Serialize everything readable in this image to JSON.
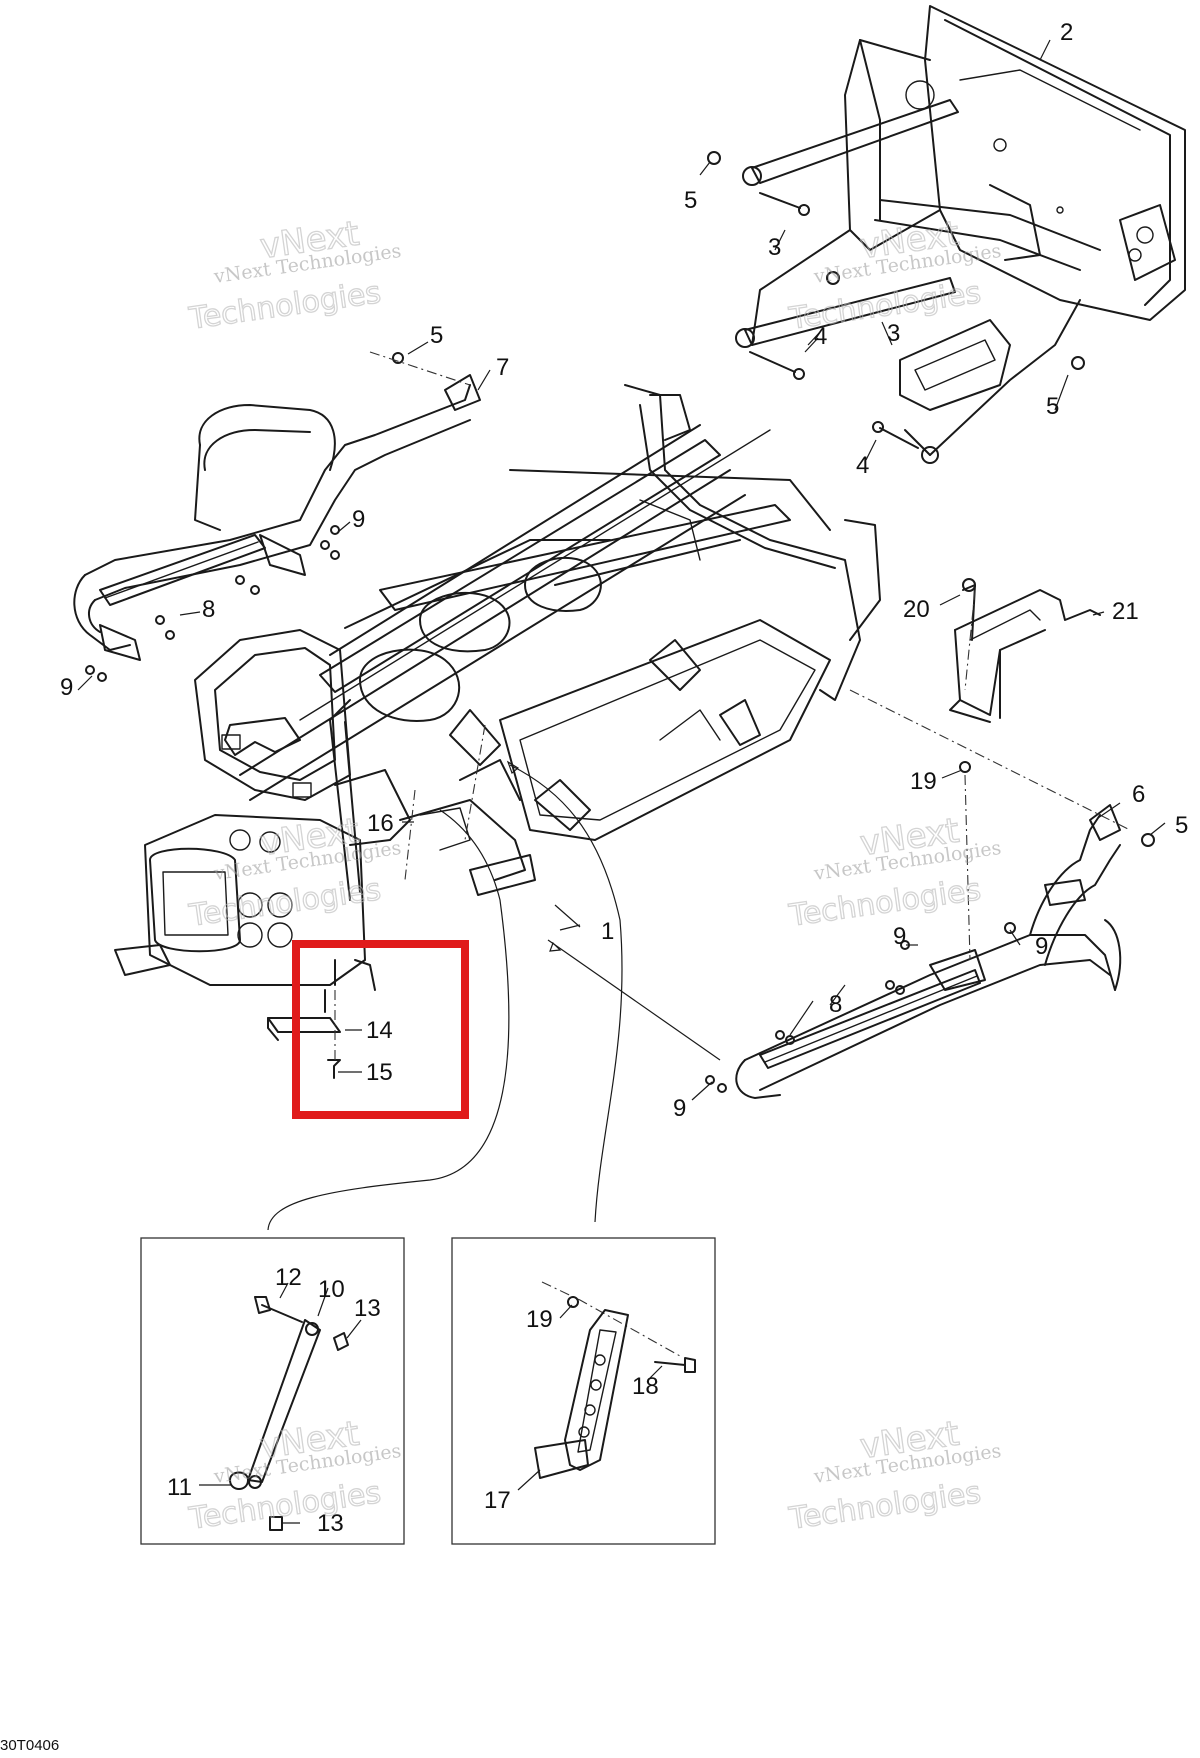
{
  "diagram": {
    "reference_code": "30T0406",
    "callouts": [
      {
        "id": "c1",
        "label": "1"
      },
      {
        "id": "c2",
        "label": "2"
      },
      {
        "id": "c3a",
        "label": "3"
      },
      {
        "id": "c3b",
        "label": "3"
      },
      {
        "id": "c4a",
        "label": "4"
      },
      {
        "id": "c4b",
        "label": "4"
      },
      {
        "id": "c5a",
        "label": "5"
      },
      {
        "id": "c5b",
        "label": "5"
      },
      {
        "id": "c5c",
        "label": "5"
      },
      {
        "id": "c5d",
        "label": "5"
      },
      {
        "id": "c6",
        "label": "6"
      },
      {
        "id": "c7",
        "label": "7"
      },
      {
        "id": "c8a",
        "label": "8"
      },
      {
        "id": "c8b",
        "label": "8"
      },
      {
        "id": "c9a",
        "label": "9"
      },
      {
        "id": "c9b",
        "label": "9"
      },
      {
        "id": "c9c",
        "label": "9"
      },
      {
        "id": "c9d",
        "label": "9"
      },
      {
        "id": "c9e",
        "label": "9"
      },
      {
        "id": "c10",
        "label": "10"
      },
      {
        "id": "c11",
        "label": "11"
      },
      {
        "id": "c12",
        "label": "12"
      },
      {
        "id": "c13a",
        "label": "13"
      },
      {
        "id": "c13b",
        "label": "13"
      },
      {
        "id": "c14",
        "label": "14"
      },
      {
        "id": "c15",
        "label": "15"
      },
      {
        "id": "c16",
        "label": "16"
      },
      {
        "id": "c17",
        "label": "17"
      },
      {
        "id": "c18",
        "label": "18"
      },
      {
        "id": "c19a",
        "label": "19"
      },
      {
        "id": "c19b",
        "label": "19"
      },
      {
        "id": "c20",
        "label": "20"
      },
      {
        "id": "c21",
        "label": "21"
      }
    ],
    "watermark": {
      "line1": "vNext Technologies",
      "line2": "vNext",
      "line3": "Technologies"
    },
    "highlight_color": "#e01b1b"
  }
}
